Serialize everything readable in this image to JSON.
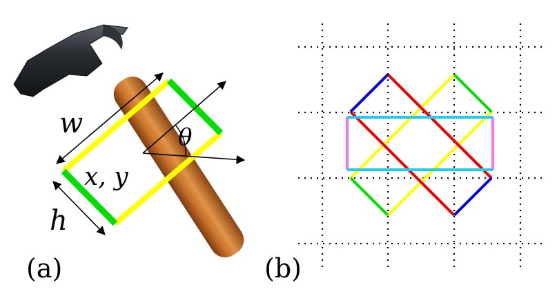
{
  "panel_a": {
    "label": "(a)",
    "width_label": "w",
    "height_label": "h",
    "position_label": "x, y",
    "angle_label": "θ"
  },
  "panel_b": {
    "label": "(b)"
  },
  "colors": {
    "long_side": "#ffff00",
    "short_side": "#00dd00",
    "red": "#ee0000",
    "blue": "#0000dd",
    "cyan": "#22ccee",
    "magenta": "#ee77ee",
    "hammer_handle": "#b5651d",
    "hammer_head": "#2a2e33"
  },
  "icons": [
    "hammer-image"
  ]
}
